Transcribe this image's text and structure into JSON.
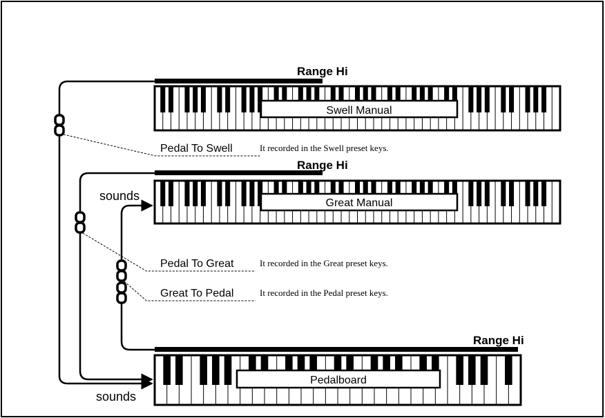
{
  "swell": {
    "range_label": "Range Hi",
    "manual_label": "Swell Manual",
    "coupler_label": "Pedal To Swell",
    "coupler_note": "It recorded in the Swell preset keys."
  },
  "great": {
    "range_label": "Range Hi",
    "manual_label": "Great Manual",
    "sounds_label": "sounds",
    "coupler_label": "Pedal To Great",
    "coupler_note": "It recorded in the Great preset keys."
  },
  "pedal": {
    "range_label": "Range Hi",
    "manual_label": "Pedalboard",
    "sounds_label": "sounds",
    "coupler_label": "Great To Pedal",
    "coupler_note": "It recorded in the Pedal preset keys."
  }
}
